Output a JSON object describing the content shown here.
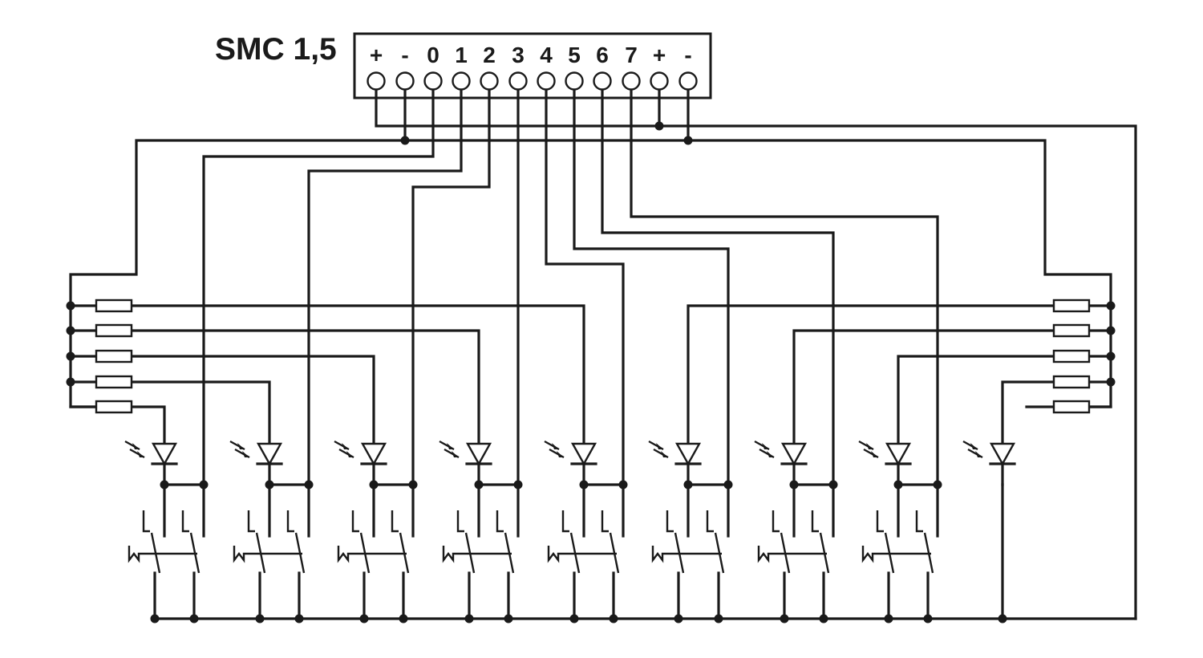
{
  "title": "SMC 1,5",
  "terminals": [
    "+",
    "-",
    "0",
    "1",
    "2",
    "3",
    "4",
    "5",
    "6",
    "7",
    "+",
    "-"
  ],
  "channel_count": 8,
  "colors": {
    "line": "#1a1a1a",
    "background": "#ffffff"
  },
  "icons": [
    "terminal-icon",
    "resistor-icon",
    "led-icon",
    "switch-contact-icon",
    "junction-dot-icon"
  ]
}
